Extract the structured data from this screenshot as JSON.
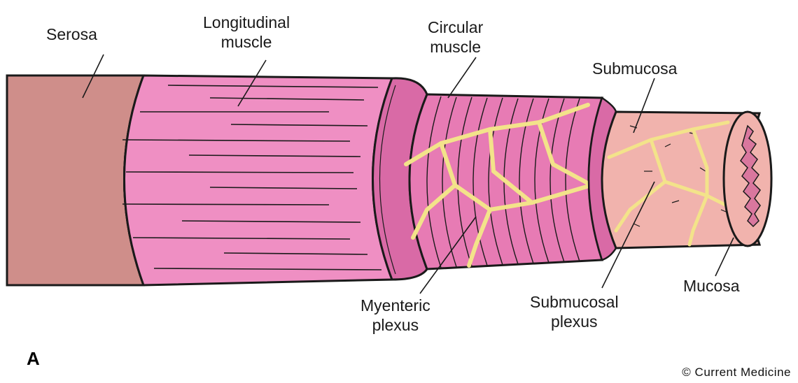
{
  "figure": {
    "panel_letter": "A",
    "credit": "© Current Medicine",
    "colors": {
      "serosa": "#cf8e8a",
      "longitudinal_muscle": "#ef8fc3",
      "circular_muscle": "#e77bb4",
      "submucosa": "#f1b3ad",
      "mucosa": "#d9779e",
      "plexus": "#f3e38a",
      "outline": "#1a1a1a"
    }
  },
  "labels": {
    "serosa": "Serosa",
    "longitudinal_muscle_1": "Longitudinal",
    "longitudinal_muscle_2": "muscle",
    "circular_muscle_1": "Circular",
    "circular_muscle_2": "muscle",
    "submucosa": "Submucosa",
    "myenteric_plexus_1": "Myenteric",
    "myenteric_plexus_2": "plexus",
    "submucosal_plexus_1": "Submucosal",
    "submucosal_plexus_2": "plexus",
    "mucosa": "Mucosa"
  }
}
